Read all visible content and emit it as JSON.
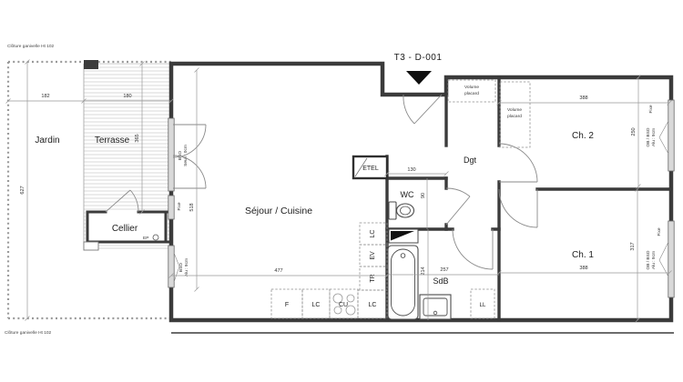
{
  "title": "T3 - D-001",
  "fence": {
    "top": "Clôture ganivelle Ht 102",
    "bottom": "Clôture ganivelle Ht 102"
  },
  "rooms": {
    "jardin": "Jardin",
    "terrasse": "Terrasse",
    "cellier": "Cellier",
    "sejour": "Séjour / Cuisine",
    "etel": "ETEL",
    "wc": "WC",
    "dgt": "Dgt",
    "sdb": "SdB",
    "ch1": "Ch. 1",
    "ch2": "Ch. 2"
  },
  "storage": {
    "vp1_line1": "Volume",
    "vp1_line2": "placard",
    "vp2_line1": "Volume",
    "vp2_line2": "placard",
    "ll": "LL",
    "ep": "EP"
  },
  "kitchen": {
    "f": "F",
    "lc1": "LC",
    "cu": "CU",
    "lc2": "LC",
    "lc3": "LC",
    "ev": "EV",
    "tr": "TR"
  },
  "windows": {
    "terrace_bso": "BSO",
    "terrace_seuil": "Seuil : 0cm",
    "fixe_left": "Fixe",
    "low_bso": "BSO",
    "low_alu": "Alu : 9cm",
    "ch2_fixe": "Fixe",
    "ch2_ob": "OB / BSO",
    "ch2_alu": "Alu : 9cm",
    "ch1_fixe": "Fixe",
    "ch1_ob": "OB / BSO",
    "ch1_alu": "Alu : 9cm"
  },
  "dims": {
    "jardin_w": "182",
    "terrasse_w": "180",
    "terrasse_d": "365",
    "jardin_h": "627",
    "sejour_h": "518",
    "sejour_w": "477",
    "wc_w": "130",
    "wc_d": "90",
    "ch2_w": "388",
    "ch2_d": "250",
    "ch1_w": "388",
    "ch1_d": "317",
    "sdb_d": "214",
    "sdb_w": "257"
  },
  "colors": {
    "wall": "#3b3b3b",
    "dimension": "#999999",
    "hatch": "#cfcfcf",
    "window_fill": "#d9d9d9",
    "marker": "#101010"
  }
}
